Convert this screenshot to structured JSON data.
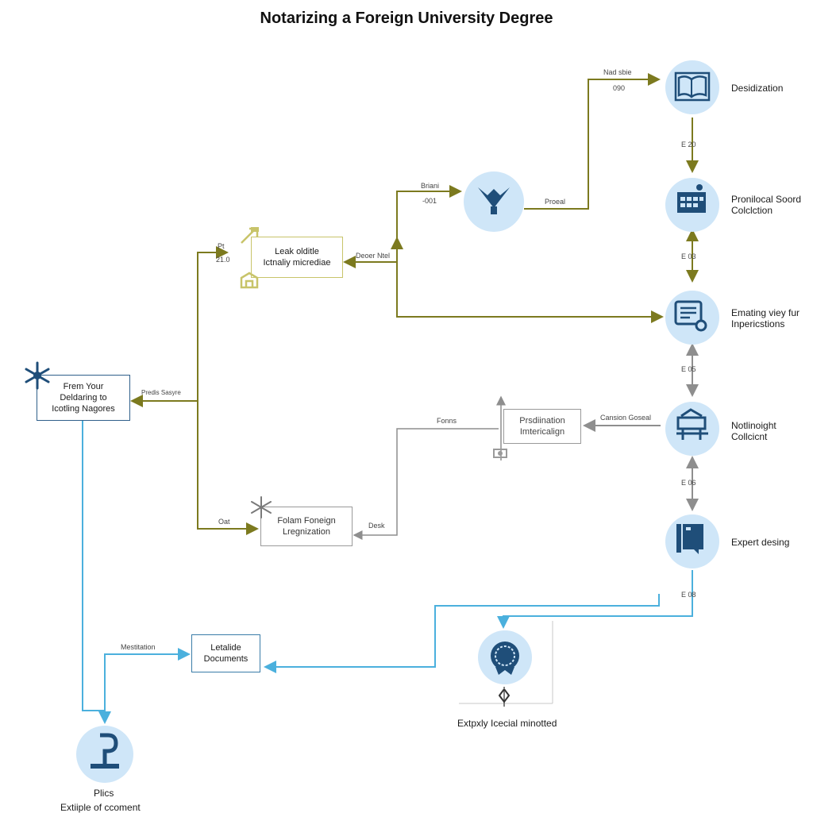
{
  "title": "Notarizing a Foreign University Degree",
  "colors": {
    "olive": "#7c7a1f",
    "grey": "#8e8e8e",
    "blue": "#4bb0dd",
    "navy": "#1f4e79",
    "circle": "#cfe6f8"
  },
  "right_nodes": [
    {
      "label": "Desidization",
      "icon": "book-icon"
    },
    {
      "label": "Pronilocal Soord Colclction",
      "line1": "Pronilocal Soord",
      "line2": "Colclction",
      "icon": "calendar-icon"
    },
    {
      "label": "Emating viey fur Inpericstions",
      "line1": "Emating viey fur",
      "line2": "Inpericstions",
      "icon": "document-search-icon"
    },
    {
      "label": "Notlinoight Collcicnt",
      "line1": "Notlinoight",
      "line2": "Collcicnt",
      "icon": "desk-icon"
    },
    {
      "label": "Expert desing",
      "icon": "flag-panel-icon"
    }
  ],
  "boxes": {
    "leak": {
      "line1": "Leak olditle",
      "line2": "Ictnaliy micrediae"
    },
    "from": {
      "line1": "Frem Your",
      "line2": "Deldaring to",
      "line3": "Icotling Nagores"
    },
    "prstination": {
      "line1": "Prsdiination",
      "line2": "Imtericalign"
    },
    "foreign": {
      "line1": "Folam Foneign",
      "line2": "Lregnization"
    },
    "letalide": {
      "line1": "Letalide",
      "line2": "Documents"
    }
  },
  "bottom": {
    "center_label": "Extpxly Icecial minotted",
    "left_line1": "Plics",
    "left_line2": "Extiiple of ccoment"
  },
  "edge_labels": {
    "nad_sbe": "Nad sbie",
    "n090": "090",
    "brani": "Briani",
    "n001": "-001",
    "proeal": "Proeal",
    "pt": "Pt",
    "n210": "21.0",
    "deoer_ntel": "Deoer Ntel",
    "predis_sasyre": "Predis Sasyre",
    "forms": "Fonns",
    "cansion_goseal": "Cansion Goseal",
    "desk": "Desk",
    "oat": "Oat",
    "mestitation": "Mestitation",
    "e20": "E   20",
    "e03": "E   03",
    "e05": "E   05",
    "e06": "E   06",
    "e08": "E   08"
  }
}
